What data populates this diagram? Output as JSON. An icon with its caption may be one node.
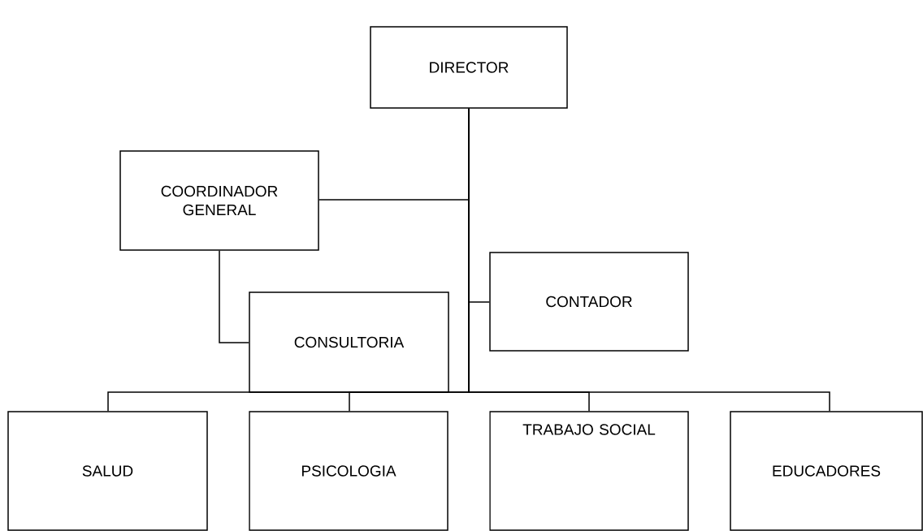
{
  "diagram": {
    "nodes": [
      {
        "text": [
          "DIRECTOR"
        ]
      },
      {
        "text": [
          "COORDINADOR GENERAL"
        ]
      },
      {
        "text": [
          "CONSULTORIA"
        ]
      },
      {
        "text": [
          "CONTADOR"
        ]
      },
      {
        "text": [
          "SALUD"
        ]
      },
      {
        "text": [
          "PSICOLOGIA"
        ]
      },
      {
        "text": [
          "TRABAJO SOCIAL"
        ]
      },
      {
        "text": [
          "EDUCADORES"
        ]
      }
    ],
    "edges": [
      {
        "from": 0,
        "to": 1,
        "arrow": "none"
      },
      {
        "from": 1,
        "to": 2,
        "arrow": "none"
      },
      {
        "from": 0,
        "to": 3,
        "arrow": "none"
      },
      {
        "from": 0,
        "to": 4,
        "arrow": "none"
      },
      {
        "from": 0,
        "to": 5,
        "arrow": "none"
      },
      {
        "from": 0,
        "to": 6,
        "arrow": "none"
      },
      {
        "from": 0,
        "to": 7,
        "arrow": "none"
      }
    ]
  }
}
